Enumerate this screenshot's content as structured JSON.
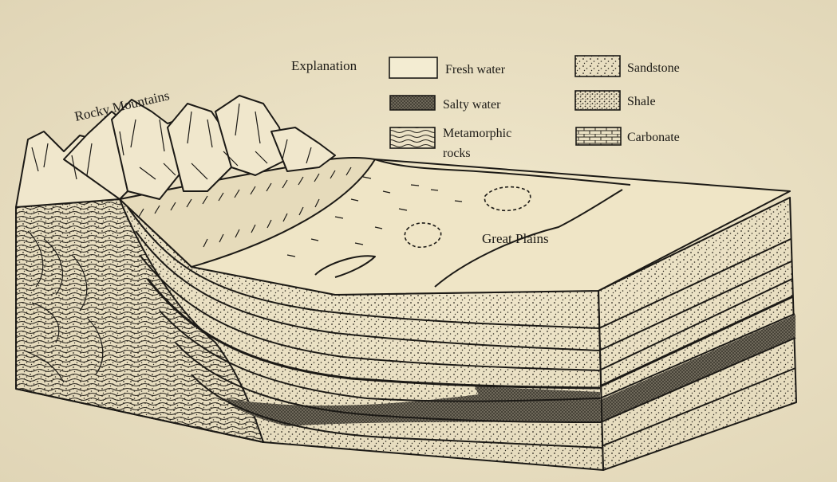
{
  "figure": {
    "labels": {
      "rocky_mountains": "Rocky Mountains",
      "great_plains": "Great Plains"
    },
    "legend": {
      "title": "Explanation",
      "items": [
        {
          "key": "fresh_water",
          "label": "Fresh water",
          "pattern": "blank"
        },
        {
          "key": "salty_water",
          "label": "Salty water",
          "pattern": "dark-stipple"
        },
        {
          "key": "metamorphic",
          "label": "Metamorphic",
          "label2": "rocks",
          "pattern": "wavy-lines"
        },
        {
          "key": "sandstone",
          "label": "Sandstone",
          "pattern": "stipple"
        },
        {
          "key": "shale",
          "label": "Shale",
          "pattern": "dense-stipple"
        },
        {
          "key": "carbonate",
          "label": "Carbonate",
          "pattern": "brick"
        }
      ]
    },
    "colors": {
      "paper": "#ece2c4",
      "ink": "#1c1a16"
    }
  }
}
